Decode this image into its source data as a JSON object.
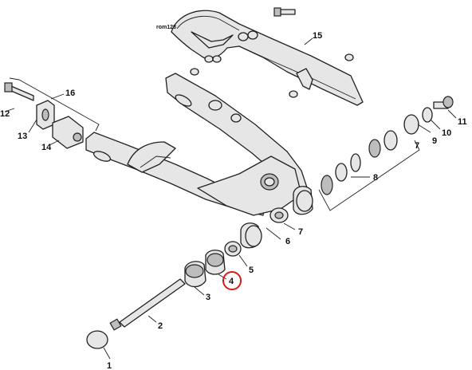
{
  "diagram": {
    "reference": "rom128",
    "callouts": {
      "p1": "1",
      "p2": "2",
      "p3": "3",
      "p4": "4",
      "p5": "5",
      "p6": "6",
      "p7a": "7",
      "p7b": "7",
      "p8": "8",
      "p9": "9",
      "p10": "10",
      "p11": "11",
      "p12": "12",
      "p13": "13",
      "p14": "14",
      "p15": "15",
      "p16": "16"
    },
    "highlighted_callout": "4",
    "highlight_color": "#d51a1a"
  }
}
